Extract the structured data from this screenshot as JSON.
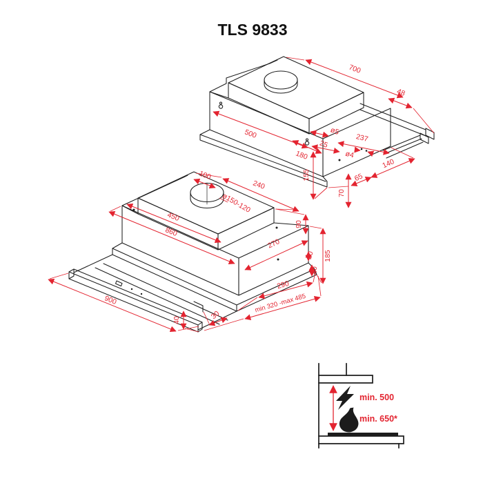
{
  "title": "TLS 9833",
  "colors": {
    "line": "#1c1c1c",
    "dimension": "#e32430"
  },
  "top_view": {
    "description": "isometric view, telescopic hood with slide-out rail extended",
    "dims": {
      "t700": "700",
      "t48": "48",
      "t500": "500",
      "t180": "180",
      "t155": "155",
      "t5": "ø5",
      "t25": "25",
      "t237": "237",
      "t4": "ø4",
      "t65": "65",
      "t140": "140",
      "t70": "70"
    }
  },
  "middle_view": {
    "description": "isometric view from below, drawer panel pulled out",
    "dims": {
      "m100": "100",
      "m240": "240",
      "m150": "ø150-120",
      "m450": "450",
      "m860": "860",
      "m270": "270",
      "m90": "90",
      "m20": "20",
      "m40r": "40",
      "m185": "185",
      "m290": "290",
      "mrange": "min 320 -max 485",
      "m900": "900",
      "m40b": "40",
      "m30": "30"
    }
  },
  "clearance_diagram": {
    "electric_min": "min. 500",
    "gas_min": "min. 650*"
  }
}
